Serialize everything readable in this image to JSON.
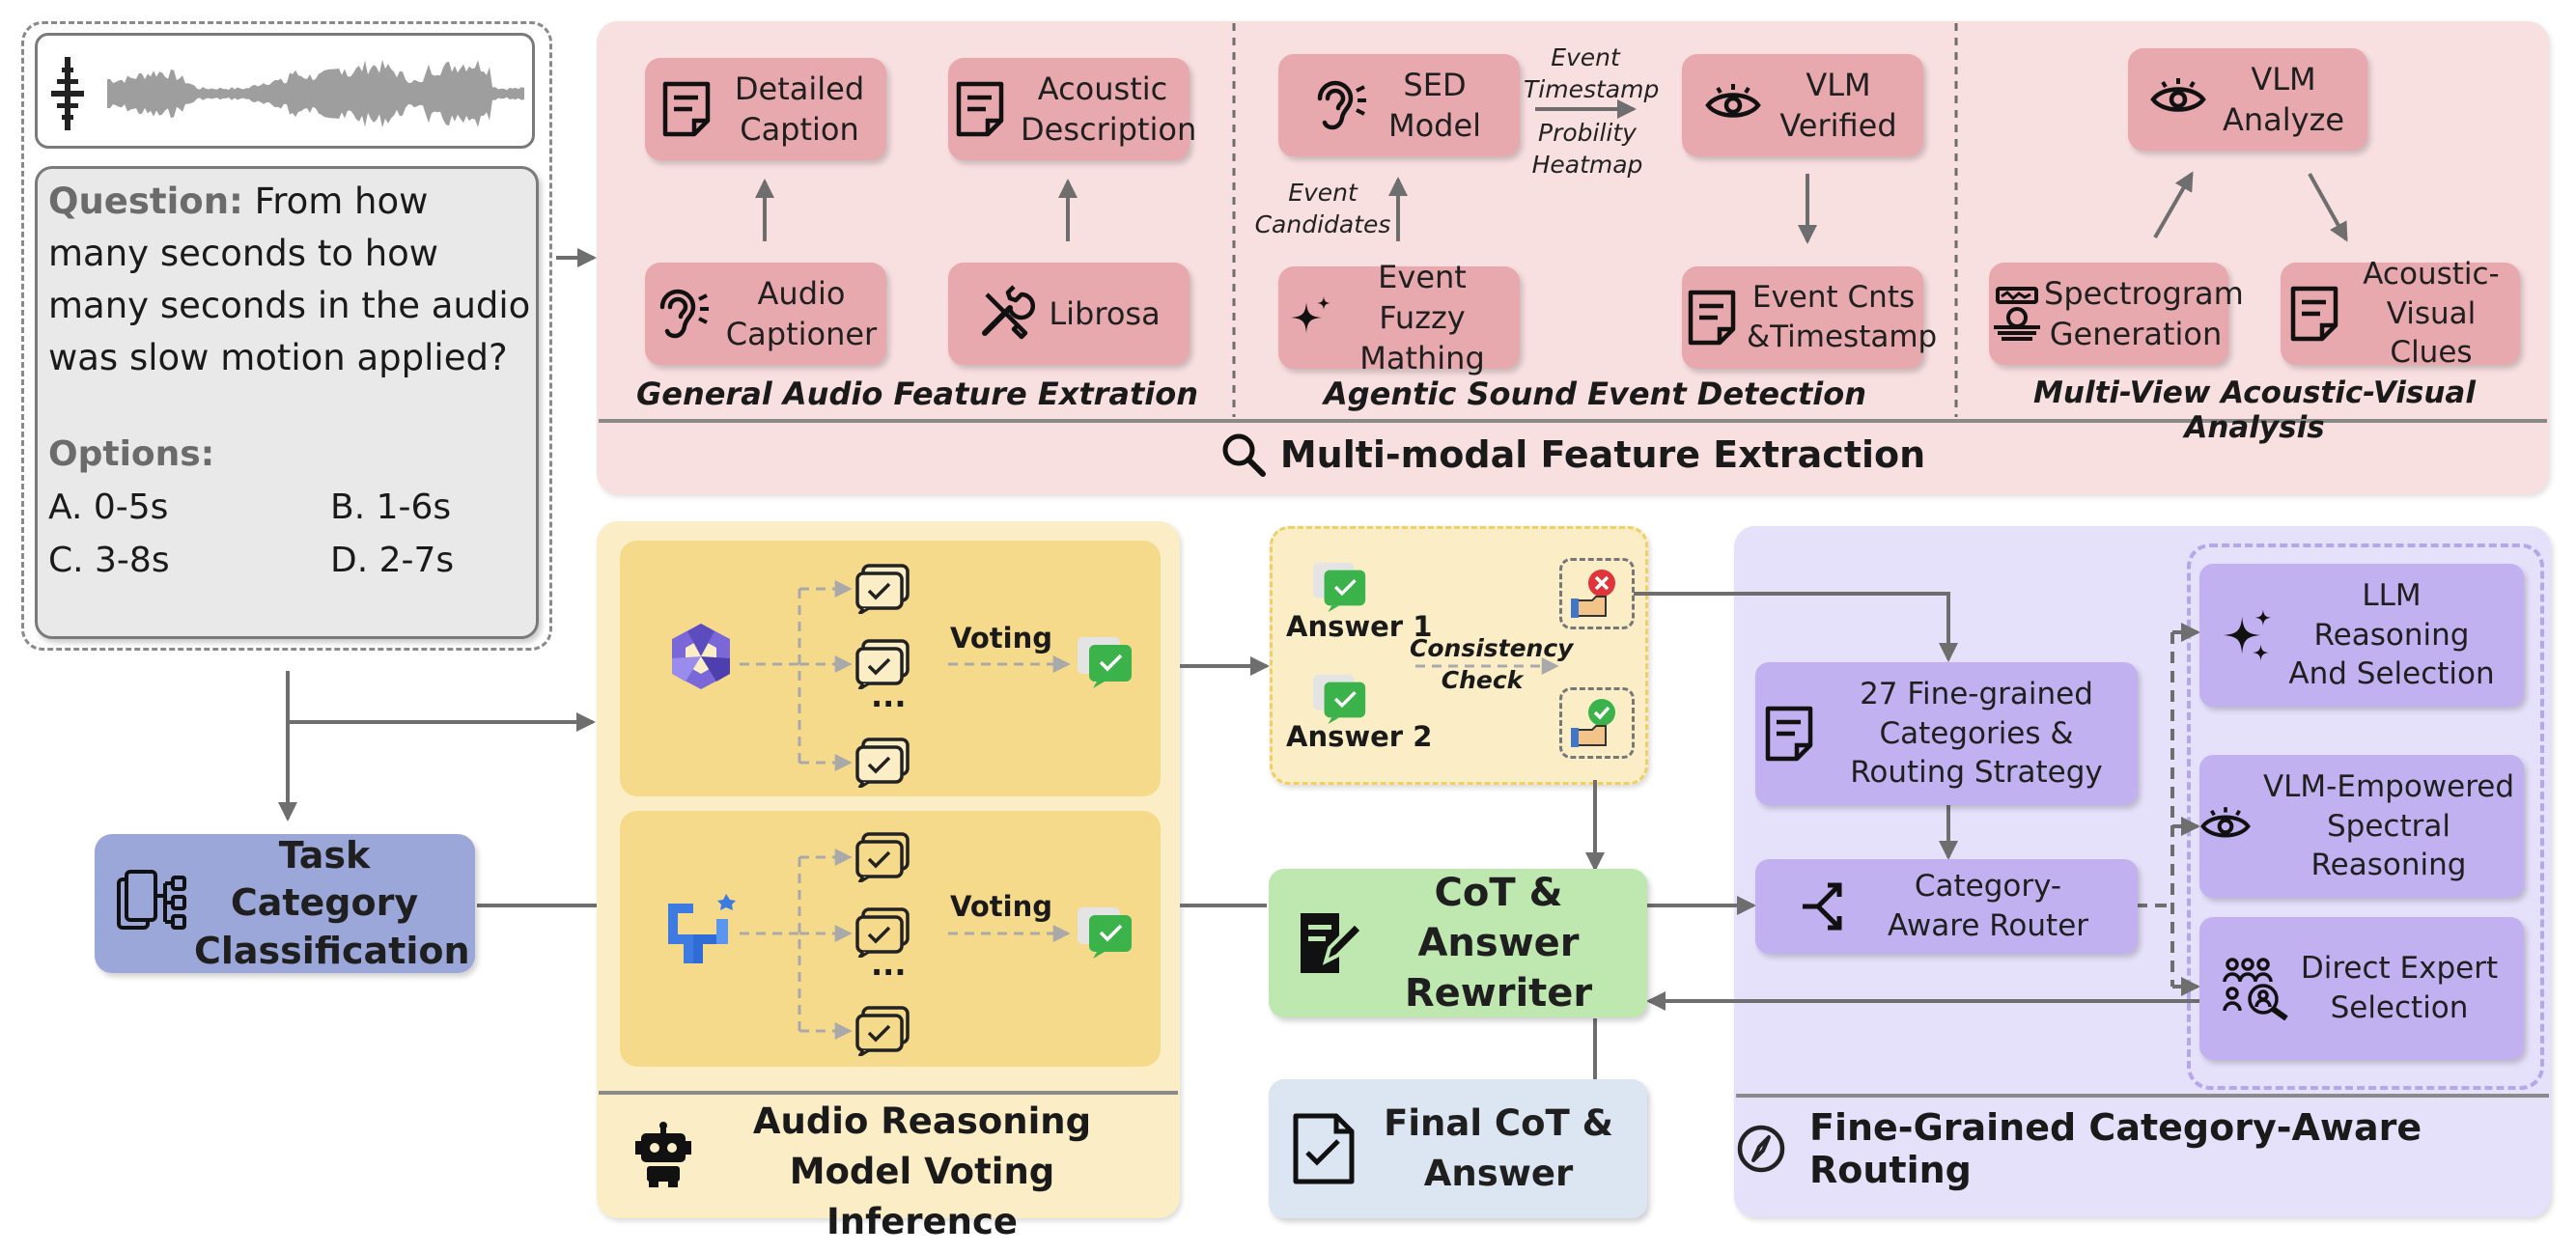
{
  "question": {
    "label": "Question:",
    "text": " From how many seconds to how many seconds in the audio was slow motion applied?",
    "options_label": "Options:",
    "options": [
      "A. 0-5s",
      "B. 1-6s",
      "C. 3-8s",
      "D. 2-7s"
    ]
  },
  "feature_extraction": {
    "title": "Multi-modal Feature Extraction",
    "general": {
      "caption": "General Audio Feature Extration",
      "detailed_caption": "Detailed Caption",
      "acoustic_description": "Acoustic Description",
      "audio_captioner": "Audio Captioner",
      "librosa": "Librosa"
    },
    "sed": {
      "caption": "Agentic Sound Event Detection",
      "sed_model": "SED Model",
      "vlm_verified": "VLM Verified",
      "event_fuzzy": "Event Fuzzy Mathing",
      "event_cnts": "Event Cnts &Timestamp",
      "event_timestamp": "Event Timestamp",
      "probility_heatmap": "Probility Heatmap",
      "event_candidates": "Event Candidates"
    },
    "multiview": {
      "caption": "Multi-View Acoustic-Visual Analysis",
      "vlm_analyze": "VLM Analyze",
      "spectrogram": "Spectrogram Generation",
      "clues": "Acoustic-Visual Clues"
    }
  },
  "voting": {
    "title": "Audio Reasoning Model Voting Inference",
    "voting_label_1": "Voting",
    "voting_label_2": "Voting",
    "ellipsis": "..."
  },
  "consistency": {
    "answer1": "Answer 1",
    "answer2": "Answer 2",
    "check": "Consistency Check"
  },
  "task_classification": "Task Category Classification",
  "rewriter": "CoT & Answer Rewriter",
  "final": "Final CoT & Answer",
  "routing": {
    "title": "Fine-Grained Category-Aware Routing",
    "categories": "27 Fine-grained Categories & Routing Strategy",
    "router": "Category-Aware Router",
    "llm": "LLM Reasoning And Selection",
    "vlm": "VLM-Empowered Spectral Reasoning",
    "expert": "Direct Expert Selection"
  },
  "colors": {
    "pink_panel": "#f8dfe0",
    "pink_box": "#e8a9ae",
    "yellow_panel": "#fbeec6",
    "yellow_sub": "#f6da8c",
    "purple_panel": "#e6e1fb",
    "purple_box": "#c2b1f1",
    "blue_box": "#9ba6d9",
    "green_box": "#bfe7b0",
    "final_box": "#dce6f3",
    "arrow": "#6e6e6e"
  }
}
